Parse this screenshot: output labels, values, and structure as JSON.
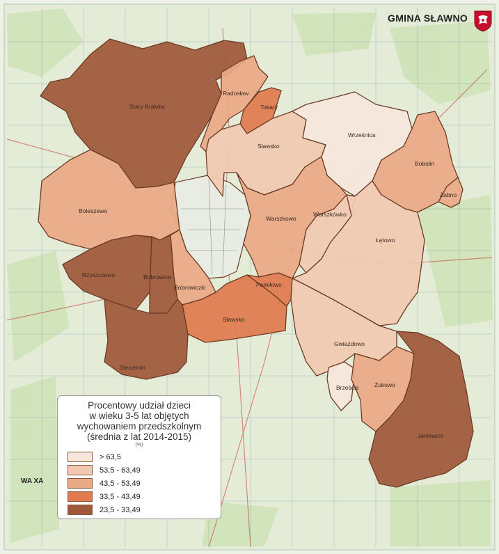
{
  "title": "GMINA SŁAWNO",
  "corner_label": "WA XA",
  "legend": {
    "title_lines": [
      "Procentowy udział dzieci",
      "w wieku 3-5 lat objętych",
      "wychowaniem przedszkolnym",
      "(średnia z lat 2014-2015)"
    ],
    "unit": "(%)",
    "classes": [
      {
        "label": "> 63,5",
        "color": "#f7e6dc"
      },
      {
        "label": "53,5 - 63,49",
        "color": "#f2c9b0"
      },
      {
        "label": "43,5 - 53,49",
        "color": "#eba985"
      },
      {
        "label": "33,5 - 43,49",
        "color": "#e17b4f"
      },
      {
        "label": "23,5 - 33,49",
        "color": "#a0583a"
      }
    ]
  },
  "regions": [
    {
      "name": "Stary Kraków",
      "class": 4
    },
    {
      "name": "Radosław",
      "class": 2
    },
    {
      "name": "Tokary",
      "class": 3
    },
    {
      "name": "Sławsko",
      "class": 1
    },
    {
      "name": "Wrześnica",
      "class": 0
    },
    {
      "name": "Bobolin",
      "class": 2
    },
    {
      "name": "Żabno",
      "class": 2
    },
    {
      "name": "Boleszewo",
      "class": 2
    },
    {
      "name": "Warszkowo",
      "class": 2
    },
    {
      "name": "Warszkówko",
      "class": 1
    },
    {
      "name": "Łętowo",
      "class": 1
    },
    {
      "name": "Rzyszczewo",
      "class": 4
    },
    {
      "name": "Bobrowice",
      "class": 4
    },
    {
      "name": "Bobrowiczki",
      "class": 2
    },
    {
      "name": "Pomiłowo",
      "class": 3
    },
    {
      "name": "Gwiazdowo",
      "class": 1
    },
    {
      "name": "Sławsko",
      "class": 3
    },
    {
      "name": "Sieciemin",
      "class": 4
    },
    {
      "name": "Brzeście",
      "class": 0
    },
    {
      "name": "Żukowo",
      "class": 2
    },
    {
      "name": "Janiewice",
      "class": 4
    }
  ],
  "icons": {
    "crest": "coat-of-arms-icon"
  }
}
